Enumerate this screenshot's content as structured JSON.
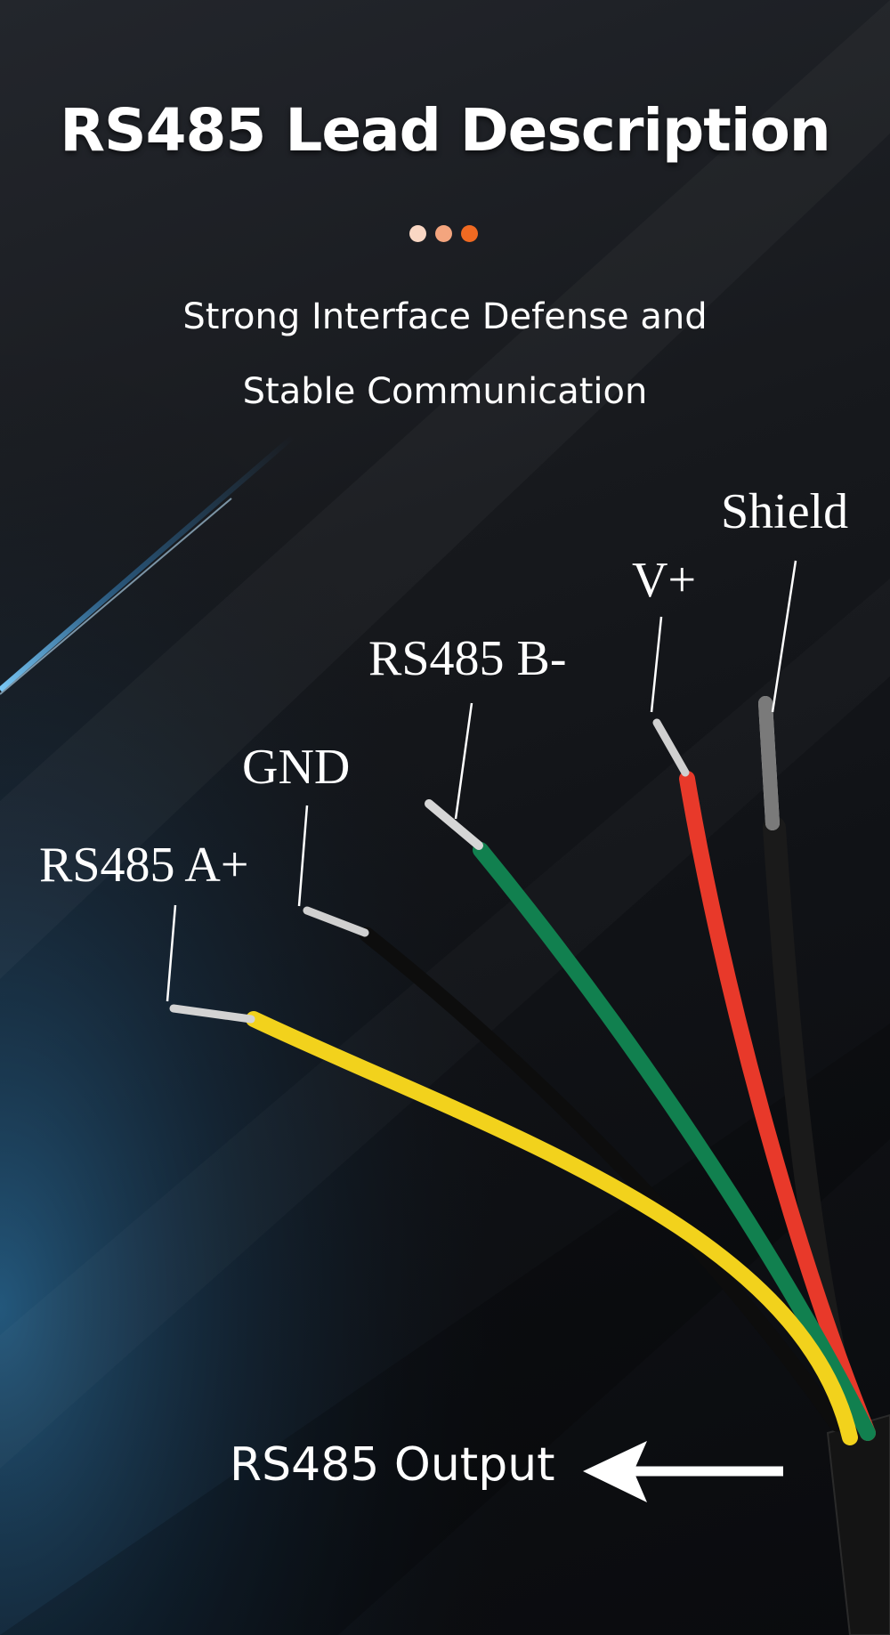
{
  "header": {
    "title": "RS485 Lead Description",
    "dot_colors": [
      "#f9d7c4",
      "#f4a57e",
      "#f06a22"
    ],
    "subtitle_line1": "Strong Interface Defense and",
    "subtitle_line2": "Stable Communication"
  },
  "wires": [
    {
      "label": "Shield",
      "color": "#1a1a1a"
    },
    {
      "label": "V+",
      "color": "#e8392a"
    },
    {
      "label": "RS485 B-",
      "color": "#11804f"
    },
    {
      "label": "GND",
      "color": "#0d0d0d"
    },
    {
      "label": "RS485 A+",
      "color": "#f2d21c"
    }
  ],
  "output": {
    "label": "RS485 Output",
    "arrow_icon": "arrow-left-icon"
  }
}
